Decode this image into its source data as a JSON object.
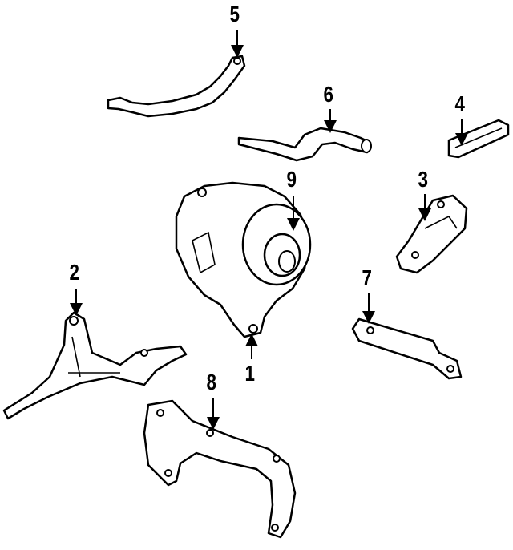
{
  "diagram": {
    "title": "Alternator & mounting components",
    "callouts": [
      {
        "id": "c1",
        "number": "1"
      },
      {
        "id": "c2",
        "number": "2"
      },
      {
        "id": "c3",
        "number": "3"
      },
      {
        "id": "c4",
        "number": "4"
      },
      {
        "id": "c5",
        "number": "5"
      },
      {
        "id": "c6",
        "number": "6"
      },
      {
        "id": "c7",
        "number": "7"
      },
      {
        "id": "c8",
        "number": "8"
      },
      {
        "id": "c9",
        "number": "9"
      }
    ]
  }
}
